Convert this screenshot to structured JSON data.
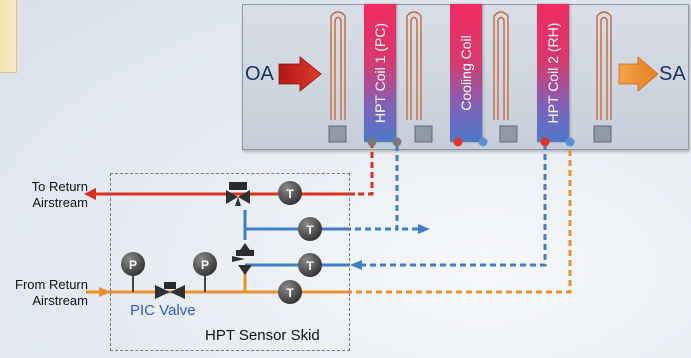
{
  "ahu": {
    "inlet_label": "OA",
    "outlet_label": "SA",
    "coils": [
      {
        "label": "HPT Coil 1 (PC)"
      },
      {
        "label": "Cooling Coil"
      },
      {
        "label": "HPT Coil 2 (RH)"
      }
    ]
  },
  "piping": {
    "to_return_label": "To Return\nAirstream",
    "from_return_label": "From Return\nAirstream",
    "supply_color": "#d9301f",
    "return_color": "#3f7fc8",
    "warm_color": "#e8922d"
  },
  "skid": {
    "valve_label": "PIC Valve",
    "title": "HPT Sensor Skid",
    "temperature_sensor": "T",
    "pressure_sensor": "P"
  }
}
